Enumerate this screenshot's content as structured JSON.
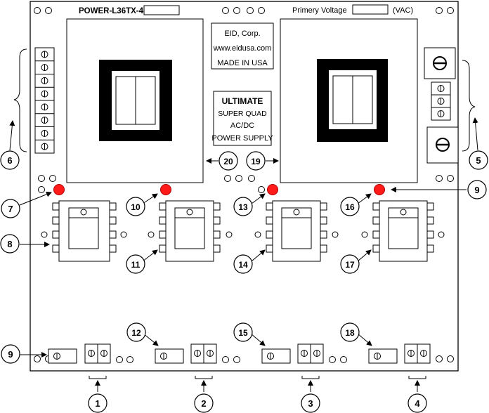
{
  "header": {
    "model_label": "POWER-L36TX-4-",
    "primary_voltage_label": "Primery Voltage",
    "vac_label": "(VAC)"
  },
  "info_box": {
    "line1": "EID, Corp.",
    "line2": "www.eidusa.com",
    "line3": "MADE IN USA"
  },
  "title_box": {
    "line1": "ULTIMATE",
    "line2": "SUPER QUAD",
    "line3": "AC/DC",
    "line4": "POWER SUPPLY"
  },
  "callouts": {
    "c1": "1",
    "c2": "2",
    "c3": "3",
    "c4": "4",
    "c5": "5",
    "c6": "6",
    "c7": "7",
    "c8": "8",
    "c9a": "9",
    "c9b": "9",
    "c10": "10",
    "c11": "11",
    "c12": "12",
    "c13": "13",
    "c14": "14",
    "c15": "15",
    "c16": "16",
    "c17": "17",
    "c18": "18",
    "c19": "19",
    "c20": "20"
  },
  "colors": {
    "led": "#ff1a1a",
    "line": "#000000",
    "board": "#ffffff"
  }
}
